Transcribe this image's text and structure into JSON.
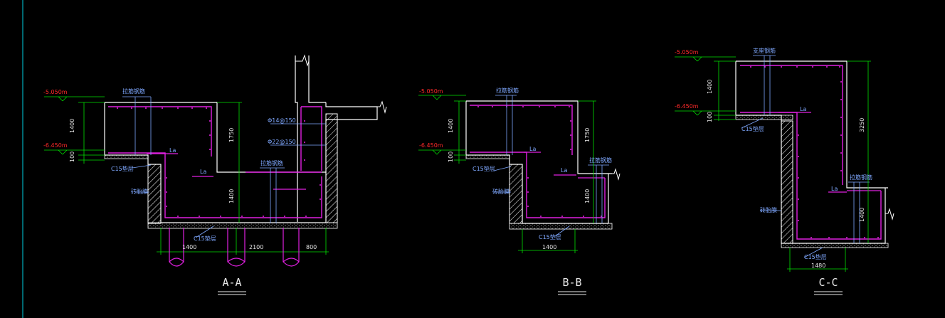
{
  "colors": {
    "background": "#000000",
    "outline": "#ffffff",
    "rebar": "#e020e0",
    "dimension": "#00e000",
    "annotation": "#7fa8ff",
    "elevation": "#ff2a2a",
    "frame": "#00d0e0"
  },
  "sections": [
    {
      "id": "a",
      "title": "A-A",
      "elev_top": "-5.050m",
      "elev_bottom": "-6.450m",
      "dim_height": "1400",
      "dim_cushion": "100",
      "dim_depth": "1750",
      "dim_lower": "1400",
      "rebar_label": "拉筋钢筋",
      "rebar_label_2": "拉筋钢筋",
      "la": "La",
      "concrete": "C15垫层",
      "wall": "砖胎膜",
      "spec_1": "Φ14@150",
      "spec_2": "Φ22@150",
      "dim_w1": "1400",
      "dim_w2": "2100",
      "dim_w3": "800"
    },
    {
      "id": "b",
      "title": "B-B",
      "elev_top": "-5.050m",
      "elev_bottom": "-6.450m",
      "dim_height": "1400",
      "dim_cushion": "100",
      "dim_depth": "1750",
      "dim_lower": "1400",
      "rebar_label": "拉筋钢筋",
      "rebar_label_2": "拉筋钢筋",
      "la": "La",
      "concrete": "C15垫层",
      "wall": "砖胎膜",
      "dim_w1": "1400"
    },
    {
      "id": "c",
      "title": "C-C",
      "elev_top": "-5.050m",
      "elev_bottom": "-6.450m",
      "dim_height": "1400",
      "dim_cushion": "100",
      "dim_depth": "3250",
      "dim_lower": "1400",
      "rebar_label": "支座钢筋",
      "rebar_label_2": "拉筋钢筋",
      "la": "La",
      "concrete": "C15垫层",
      "wall": "砖胎膜",
      "dim_w1": "1480"
    }
  ]
}
